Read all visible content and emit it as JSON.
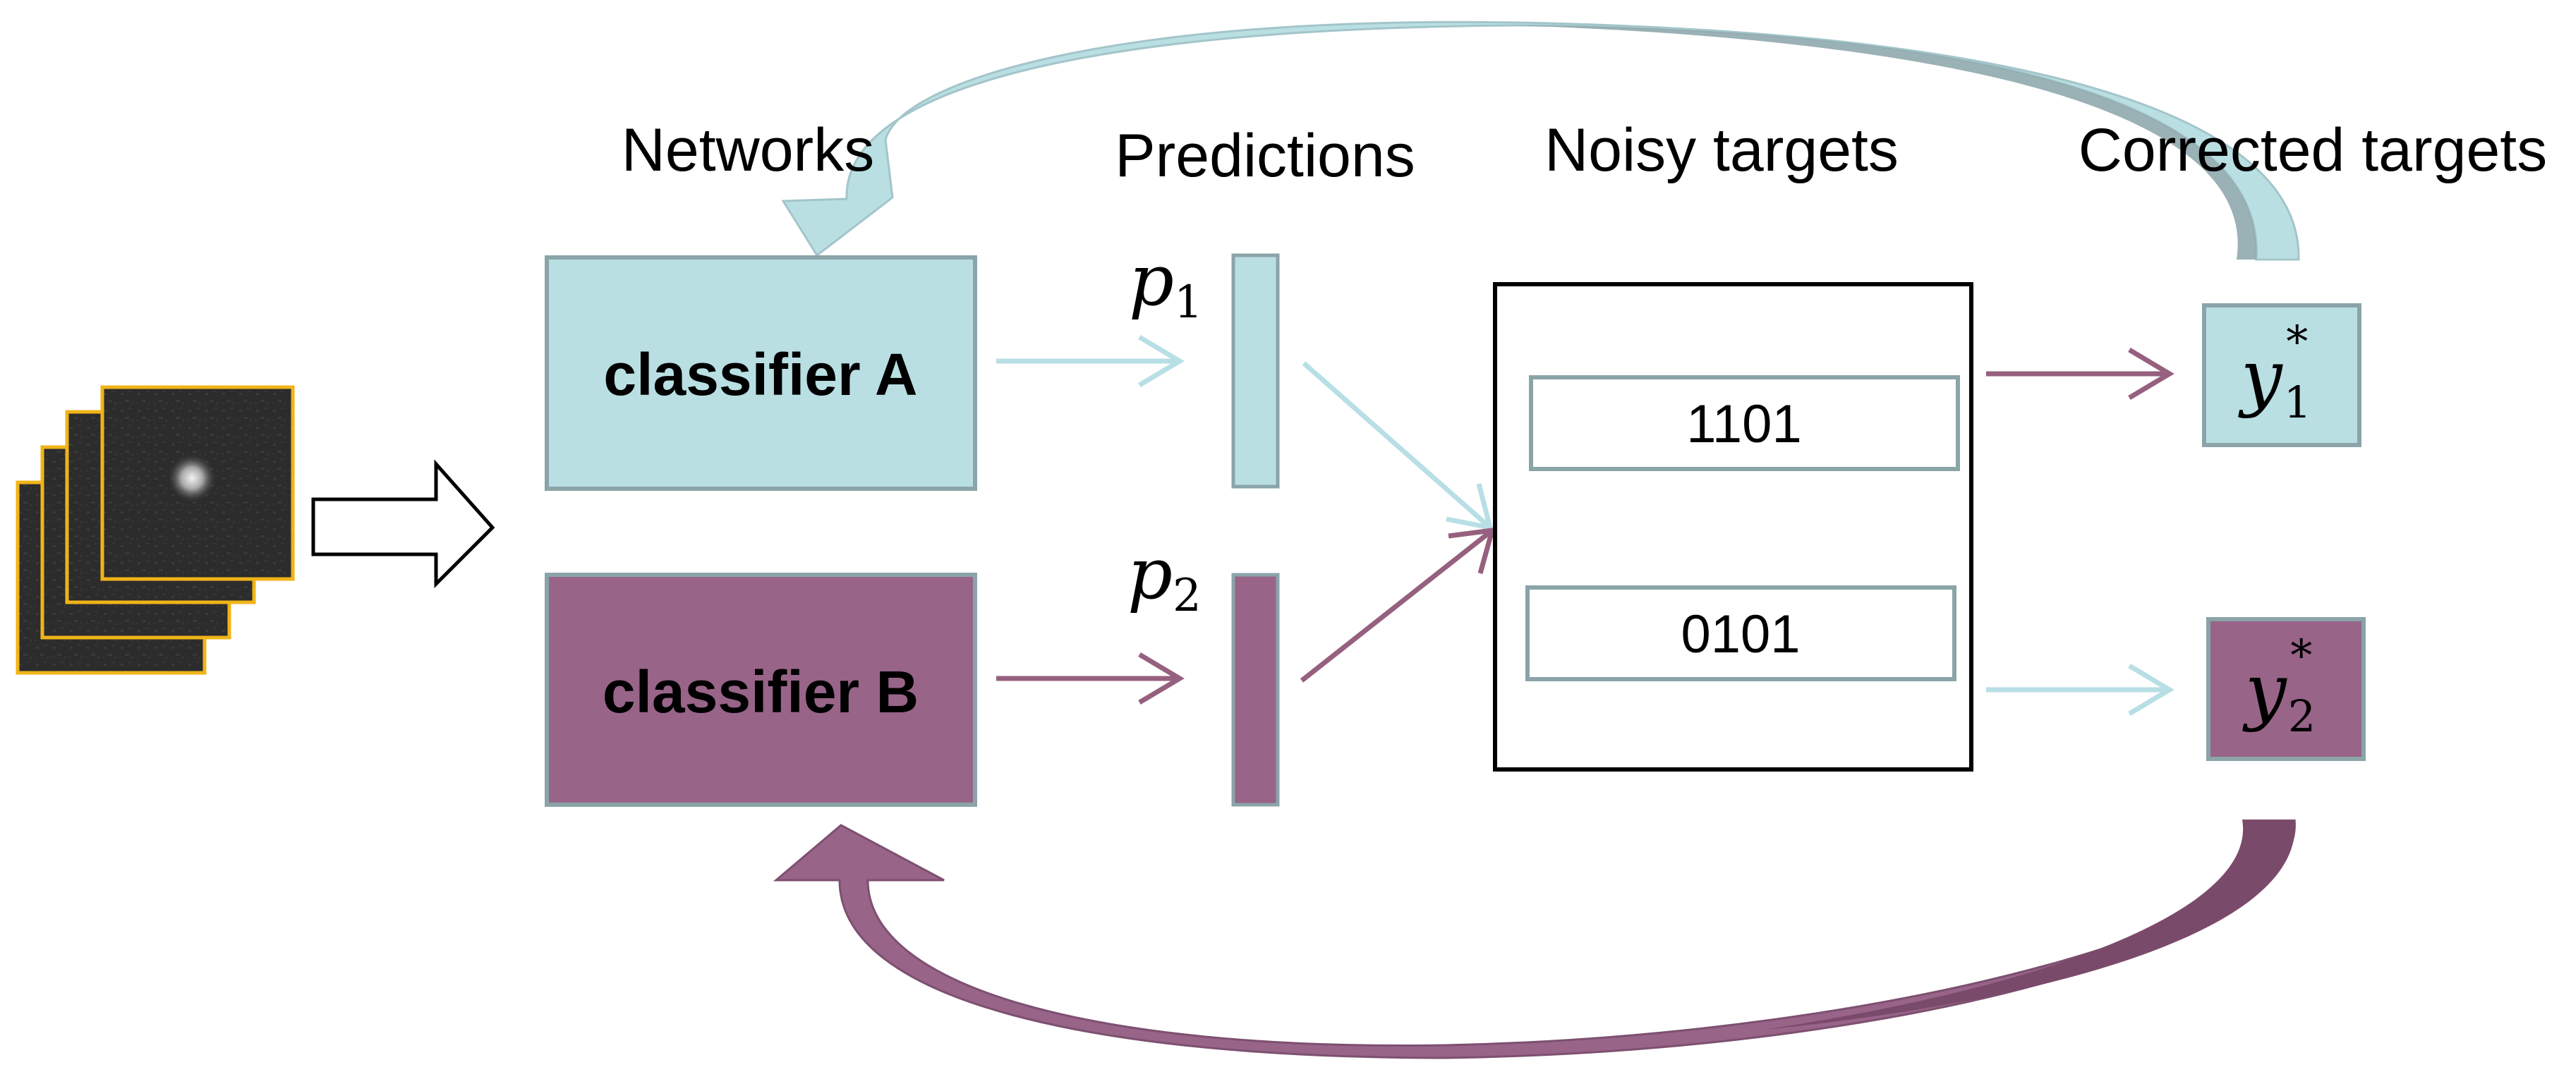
{
  "headers": {
    "networks": "Networks",
    "predictions": "Predictions",
    "noisy_targets": "Noisy targets",
    "corrected_targets": "Corrected targets"
  },
  "classifiers": {
    "a": "classifier A",
    "b": "classifier B"
  },
  "predictions": {
    "p1": {
      "base": "p",
      "sub": "1"
    },
    "p2": {
      "base": "p",
      "sub": "2"
    }
  },
  "noisy_targets": {
    "target_1": "1101",
    "target_2": "0101"
  },
  "corrected_targets": {
    "y1": {
      "base": "y",
      "sub": "1",
      "sup": "*"
    },
    "y2": {
      "base": "y",
      "sub": "2",
      "sup": "*"
    }
  },
  "colors": {
    "teal_fill": "#b9dfe3",
    "teal_stroke": "#8aa4a8",
    "teal_arrow": "#b7dfe5",
    "teal_dark": "#8fa9ad",
    "purple_fill": "#986488",
    "purple_dark": "#7a4a6b",
    "purple_arrow": "#96607f",
    "image_border": "#f0b418",
    "image_bg": "#2b2b2b"
  },
  "icons": {
    "input_images": "image-stack-icon",
    "input_arrow": "hollow-arrow-icon"
  }
}
